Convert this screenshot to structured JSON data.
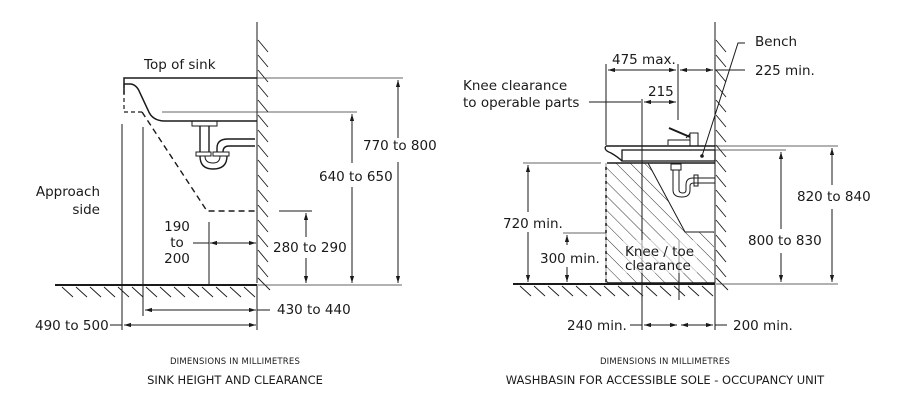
{
  "left_diagram": {
    "labels": {
      "top_of_sink": "Top of sink",
      "approach_line1": "Approach",
      "approach_line2": "side",
      "dim_770_800": "770 to 800",
      "dim_640_650": "640 to 650",
      "dim_190_line1": "190",
      "dim_190_line2": "to",
      "dim_190_line3": "200",
      "dim_280_290": "280 to 290",
      "dim_430_440": "430 to 440",
      "dim_490_500": "490 to 500"
    },
    "caption_small": "DIMENSIONS IN MILLIMETRES",
    "caption_title": "SINK HEIGHT AND CLEARANCE"
  },
  "right_diagram": {
    "labels": {
      "bench": "Bench",
      "dim_475": "475 max.",
      "dim_225": "225 min.",
      "knee_line1": "Knee clearance",
      "knee_line2": "to operable parts",
      "dim_215": "215",
      "dim_820_840": "820 to 840",
      "dim_800_830": "800 to 830",
      "dim_720": "720 min.",
      "dim_300": "300 min.",
      "knee_toe_line1": "Knee / toe",
      "knee_toe_line2": "clearance",
      "dim_240": "240 min.",
      "dim_200": "200 min."
    },
    "caption_small": "DIMENSIONS IN MILLIMETRES",
    "caption_title": "WASHBASIN FOR ACCESSIBLE SOLE - OCCUPANCY UNIT"
  }
}
